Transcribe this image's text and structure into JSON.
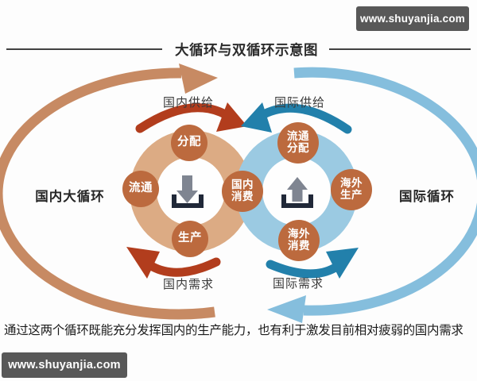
{
  "title": "大循环与双循环示意图",
  "watermark_top": "www.shuyanjia.com",
  "watermark_bottom": "www.shuyanjia.com",
  "left_loop": {
    "label": "国内大循环",
    "top_arrow_label": "国内供给",
    "bottom_arrow_label": "国内需求",
    "node_top": "分配",
    "node_left": "流通",
    "node_bottom": "生产"
  },
  "shared_node": "国内\n消费",
  "right_loop": {
    "label": "国际循环",
    "top_arrow_label": "国际供给",
    "bottom_arrow_label": "国际需求",
    "node_top": "流通\n分配",
    "node_right": "海外\n生产",
    "node_bottom": "海外\n消费"
  },
  "caption": "通过这两个循环既能充分发挥国内的生产能力，也有利于激发目前相对疲弱的国内需求",
  "icons": {
    "left_center": "download-tray-icon",
    "right_center": "upload-tray-icon"
  },
  "colors": {
    "left_ring": "#dcab84",
    "right_ring": "#9bcae2",
    "node_circle": "#bc6a3e",
    "left_big_loop": "#c78a63",
    "right_big_loop": "#85bedd",
    "domestic_arrow": "#b23d1d",
    "international_arrow": "#2280ab",
    "icon_arrow_gray": "#7f8591",
    "icon_tray_navy": "#202838",
    "watermark_bg": "#585858"
  }
}
